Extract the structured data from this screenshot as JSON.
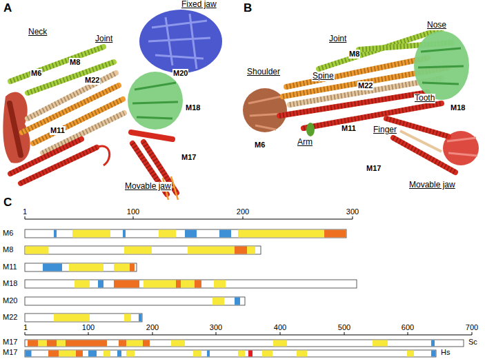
{
  "diagram": {
    "labels": [
      "A",
      "Neck",
      "Joint",
      "Fixed jaw",
      "M20",
      "M6",
      "M8",
      "M22",
      "M11",
      "M18",
      "M17",
      "Movable jaw",
      "B",
      "Joint",
      "Nose",
      "M8",
      "Shoulder",
      "Spine",
      "M22",
      "M6",
      "M18",
      "Arm",
      "M11",
      "Tooth",
      "Finger",
      "M17",
      "Movable jaw",
      "C",
      "1",
      "100",
      "200",
      "300",
      "M6",
      "M8",
      "M11",
      "M18",
      "M20",
      "M22",
      "1",
      "100",
      "200",
      "300",
      "400",
      "500",
      "600",
      "700",
      "M17",
      "Sc",
      "M17",
      "Hs"
    ]
  }
}
